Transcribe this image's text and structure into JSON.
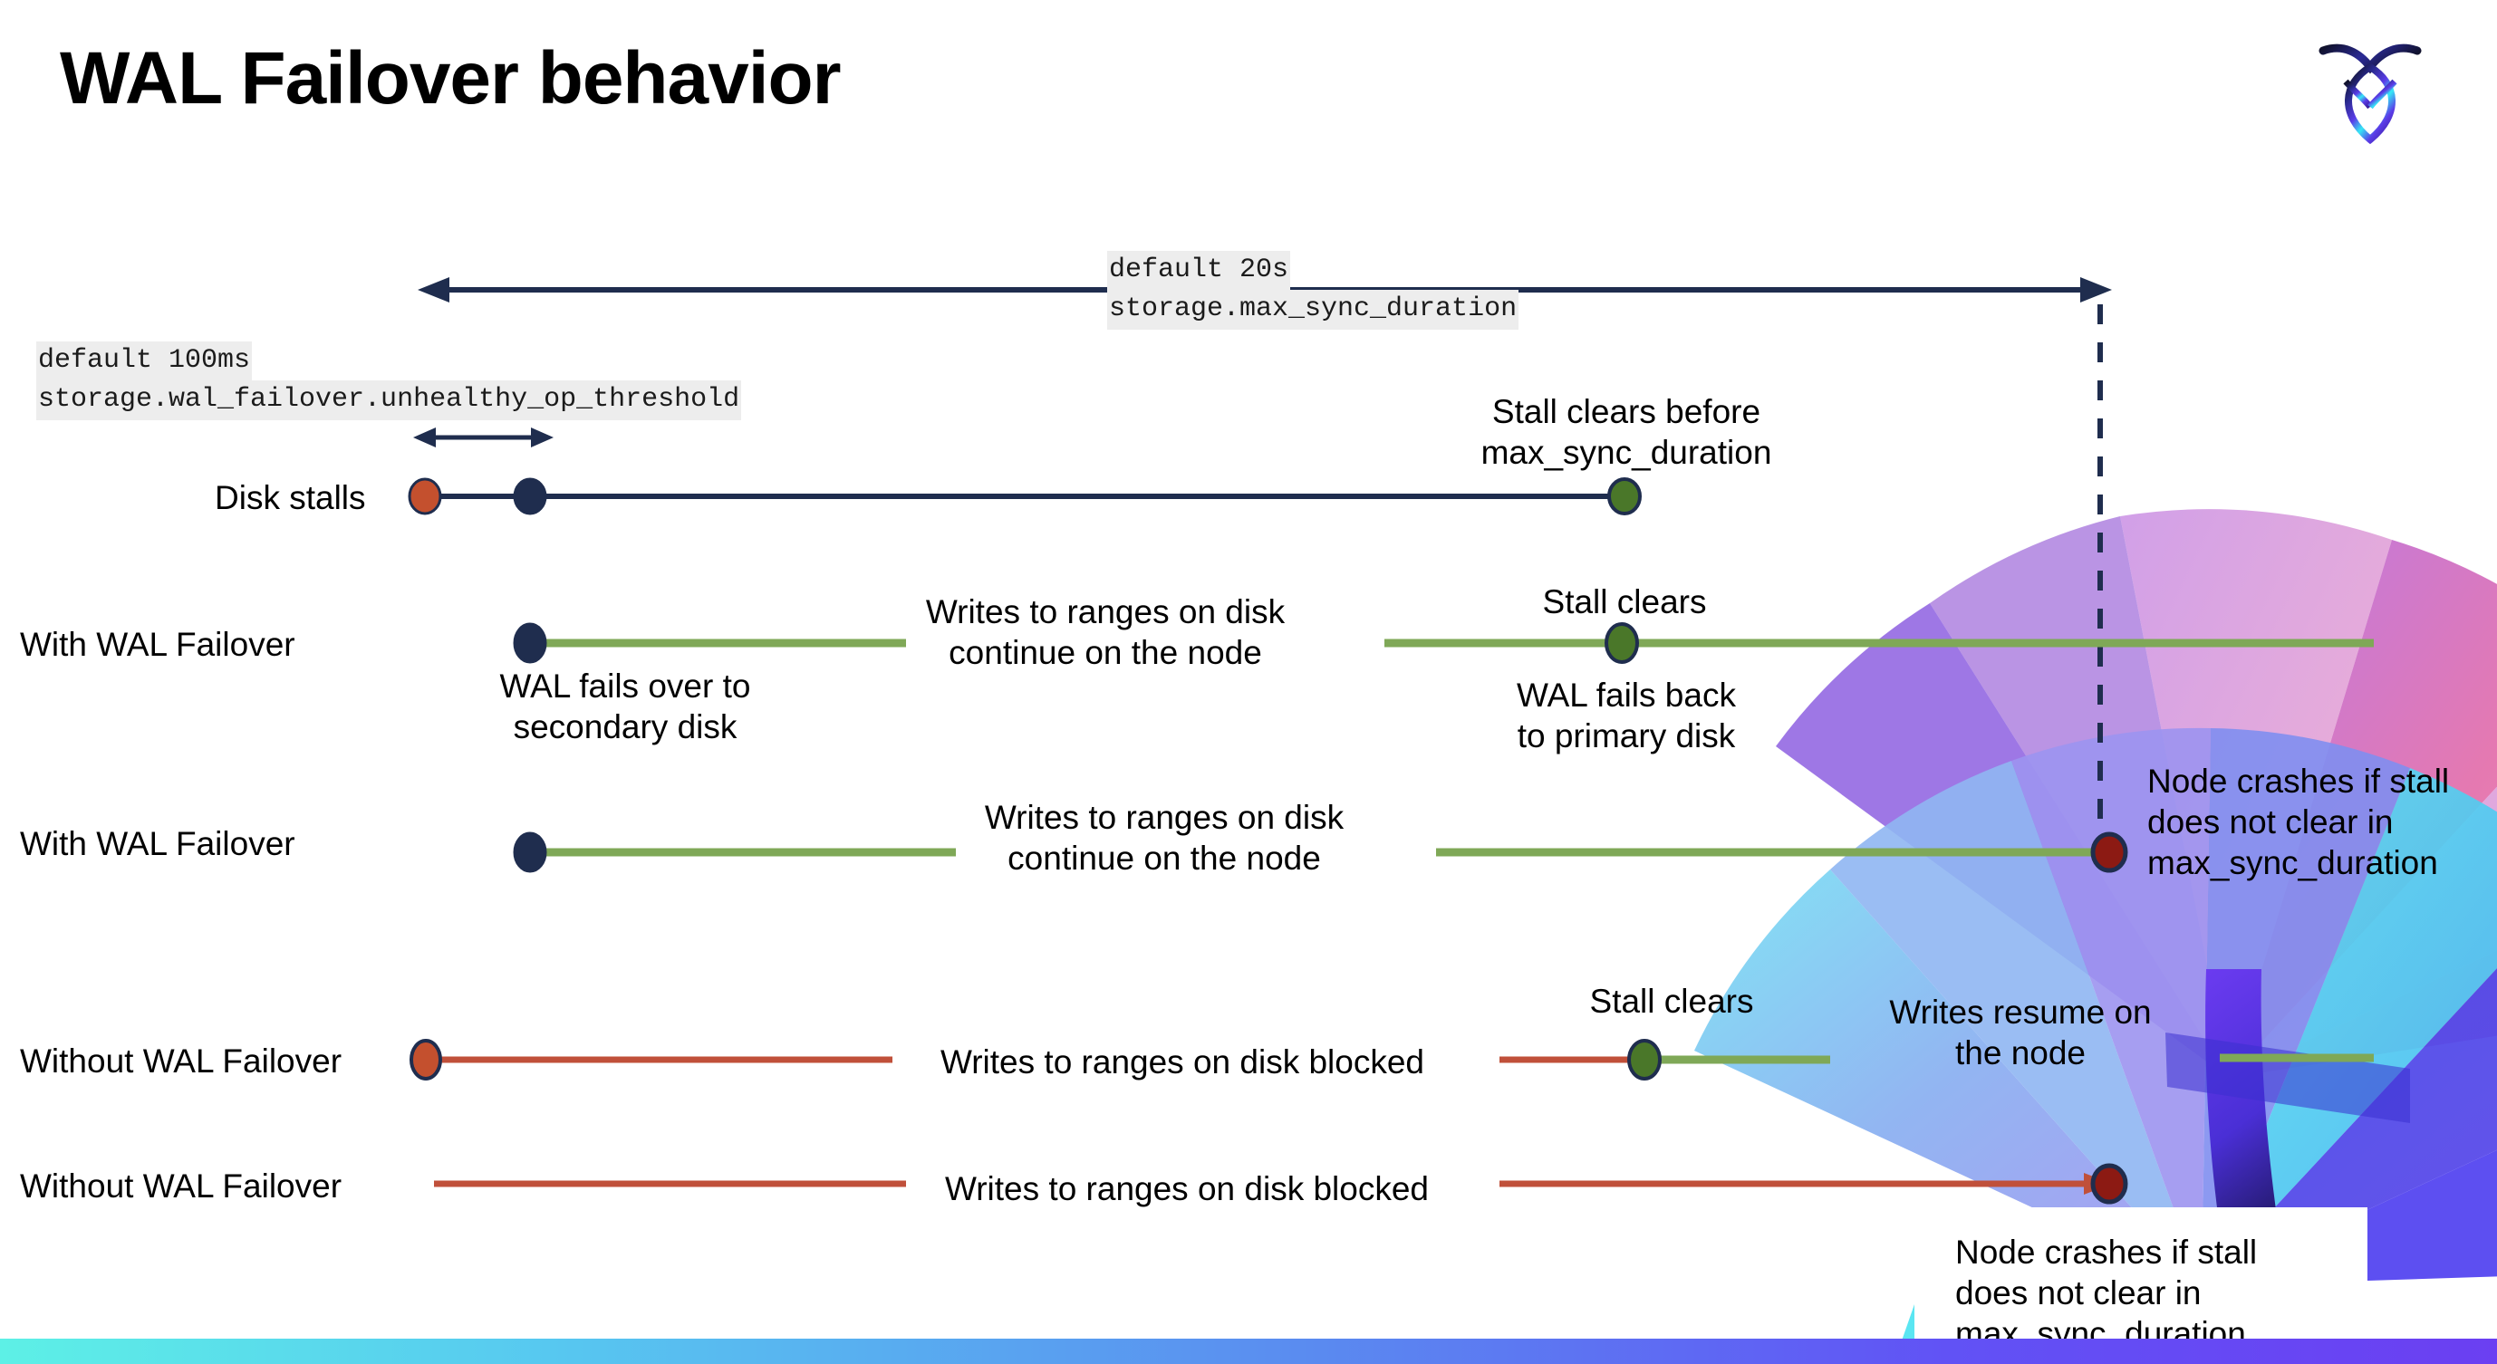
{
  "slide": {
    "title": "WAL Failover behavior",
    "logo_name": "cockroachdb-logo"
  },
  "settings": {
    "max_sync": {
      "default_text": "default 20s",
      "setting_name": "storage.max_sync_duration"
    },
    "unhealthy_threshold": {
      "default_text": "default 100ms",
      "setting_name": "storage.wal_failover.unhealthy_op_threshold"
    }
  },
  "rows": [
    {
      "id": "disk-stalls",
      "label": "Disk stalls",
      "note": "Stall clears before\nmax_sync_duration"
    },
    {
      "id": "with-wal-failover-clears",
      "label": "With WAL Failover",
      "note_start": "WAL fails over to\nsecondary disk",
      "note_mid": "Writes to ranges on disk\ncontinue on the node",
      "note_clear": "Stall clears",
      "note_back": "WAL fails  back\nto primary disk"
    },
    {
      "id": "with-wal-failover-crash",
      "label": "With WAL Failover",
      "note_mid": "Writes to ranges on disk\ncontinue on the node",
      "note_crash": "Node crashes if stall\ndoes not clear in\nmax_sync_duration"
    },
    {
      "id": "without-wal-failover-clears",
      "label": "Without WAL Failover",
      "note_blocked": "Writes to ranges on disk  blocked",
      "note_clear": "Stall clears",
      "note_resume": "Writes resume on\nthe node"
    },
    {
      "id": "without-wal-failover-crash",
      "label": "Without WAL Failover",
      "note_blocked": "Writes to ranges on disk  blocked",
      "note_crash": "Node crashes if stall\ndoes not clear in\nmax_sync_duration"
    }
  ],
  "colors": {
    "navy": "#1F2D4E",
    "orange_dot": "#C4502E",
    "orange_line": "#C0503A",
    "green_dot": "#4A7729",
    "green_line": "#7FA857",
    "dark_red_dot": "#8C1A13",
    "code_bg": "#ededed",
    "bar_start": "#5df0e6",
    "bar_end": "#6b3ff2"
  }
}
